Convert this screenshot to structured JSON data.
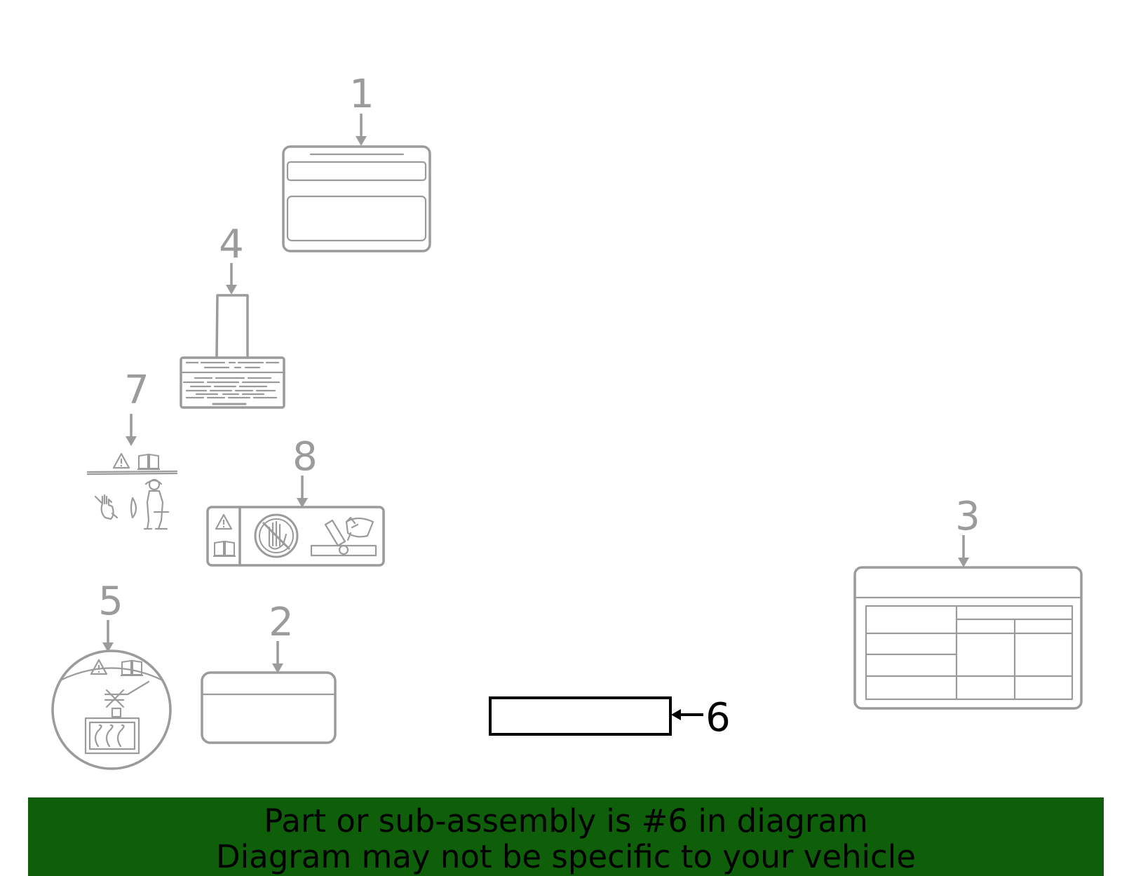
{
  "callouts": {
    "n1": "1",
    "n2": "2",
    "n3": "3",
    "n4": "4",
    "n5": "5",
    "n6": "6",
    "n7": "7",
    "n8": "8"
  },
  "highlighted_part": "6",
  "colors": {
    "banner_bg": "#0f5e0a",
    "part_gray": "#9b9b9b",
    "highlight": "#000000"
  },
  "icons": [
    "warning-triangle-icon",
    "manual-book-icon",
    "no-hand-icon",
    "fan-hazard-icon",
    "hot-surface-icon",
    "person-icon"
  ],
  "banner": {
    "line1": "Part or sub-assembly is #6 in diagram",
    "line2": "Diagram may not be specific to your vehicle"
  }
}
